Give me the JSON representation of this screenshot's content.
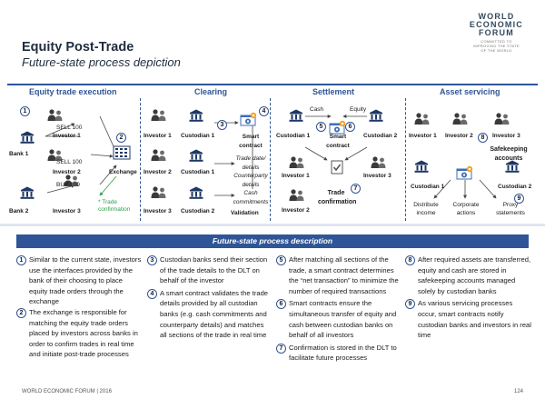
{
  "header": {
    "title": "Equity Post-Trade",
    "subtitle": "Future-state process depiction",
    "logo_lines": [
      "WORLD",
      "ECONOMIC",
      "FORUM"
    ],
    "logo_tagline": "COMMITTED TO IMPROVING THE STATE OF THE WORLD"
  },
  "phases": [
    "Equity trade execution",
    "Clearing",
    "Settlement",
    "Asset servicing"
  ],
  "diagram": {
    "execution": {
      "sell": "SELL 100",
      "buy": "BUY 100",
      "bank1": "Bank 1",
      "bank2": "Bank 2",
      "investor1": "Investor 1",
      "investor2": "Investor 2",
      "investor3": "Investor 3",
      "exchange": "Exchange",
      "trade_confirmation": "Trade confirmation"
    },
    "clearing": {
      "investor1": "Investor 1",
      "custodian1": "Custodian 1",
      "investor2": "Investor 2",
      "custodian1b": "Custodian 1",
      "investor3": "Investor 3",
      "custodian2": "Custodian 2",
      "smart_contract": "Smart contract",
      "trade_date": "Trade date/",
      "details": "details",
      "counterparty": "Counterparty",
      "details2": "details",
      "cash": "Cash",
      "commitments": "commitments",
      "validation": "Validation"
    },
    "settlement": {
      "cash": "Cash",
      "equity": "Equity",
      "custodian1": "Custodian 1",
      "custodian2": "Custodian 2",
      "smart_contract": "Smart contract",
      "investor1": "Investor 1",
      "investor3": "Investor 3",
      "investor2": "Investor 2",
      "trade_confirmation": "Trade confirmation"
    },
    "servicing": {
      "investor1": "Investor 1",
      "investor2": "Investor 2",
      "investor3": "Investor 3",
      "safekeeping": "Safekeeping accounts",
      "custodian1": "Custodian 1",
      "custodian2": "Custodian 2",
      "distribute": "Distribute income",
      "corporate": "Corporate actions",
      "proxy": "Proxy statements"
    }
  },
  "description": {
    "heading": "Future-state process description",
    "items": [
      {
        "n": "1",
        "text": "Similar to the current state, investors use the interfaces provided by the bank of their choosing to place equity trade orders through the exchange"
      },
      {
        "n": "2",
        "text": "The exchange is responsible for matching the equity trade orders placed by investors across banks in order to confirm trades in real time and initiate post-trade processes"
      },
      {
        "n": "3",
        "text": "Custodian banks send their section of the trade details to the DLT on behalf of the investor"
      },
      {
        "n": "4",
        "text": "A smart contract validates the trade details provided by all custodian banks (e.g. cash commitments and counterparty details) and matches all sections of the trade in real time"
      },
      {
        "n": "5",
        "text": "After matching all sections of the trade, a smart contract determines the “net transaction” to minimize the number of required transactions"
      },
      {
        "n": "6",
        "text": "Smart contracts ensure the simultaneous transfer of equity and cash between custodian banks on behalf of all investors"
      },
      {
        "n": "7",
        "text": "Confirmation is stored in the DLT to facilitate future processes"
      },
      {
        "n": "8",
        "text": "After required assets are transferred, equity and cash are stored in safekeeping accounts managed solely by custodian banks"
      },
      {
        "n": "9",
        "text": "As various servicing processes occur, smart contracts notify custodian banks and investors in real time"
      }
    ]
  },
  "footer": {
    "source": "WORLD ECONOMIC FORUM | 2016",
    "page": "124"
  },
  "colors": {
    "accent": "#2f5597",
    "green": "#2e9e4a",
    "icon": "#34495e",
    "gear": "#3d6db5"
  }
}
